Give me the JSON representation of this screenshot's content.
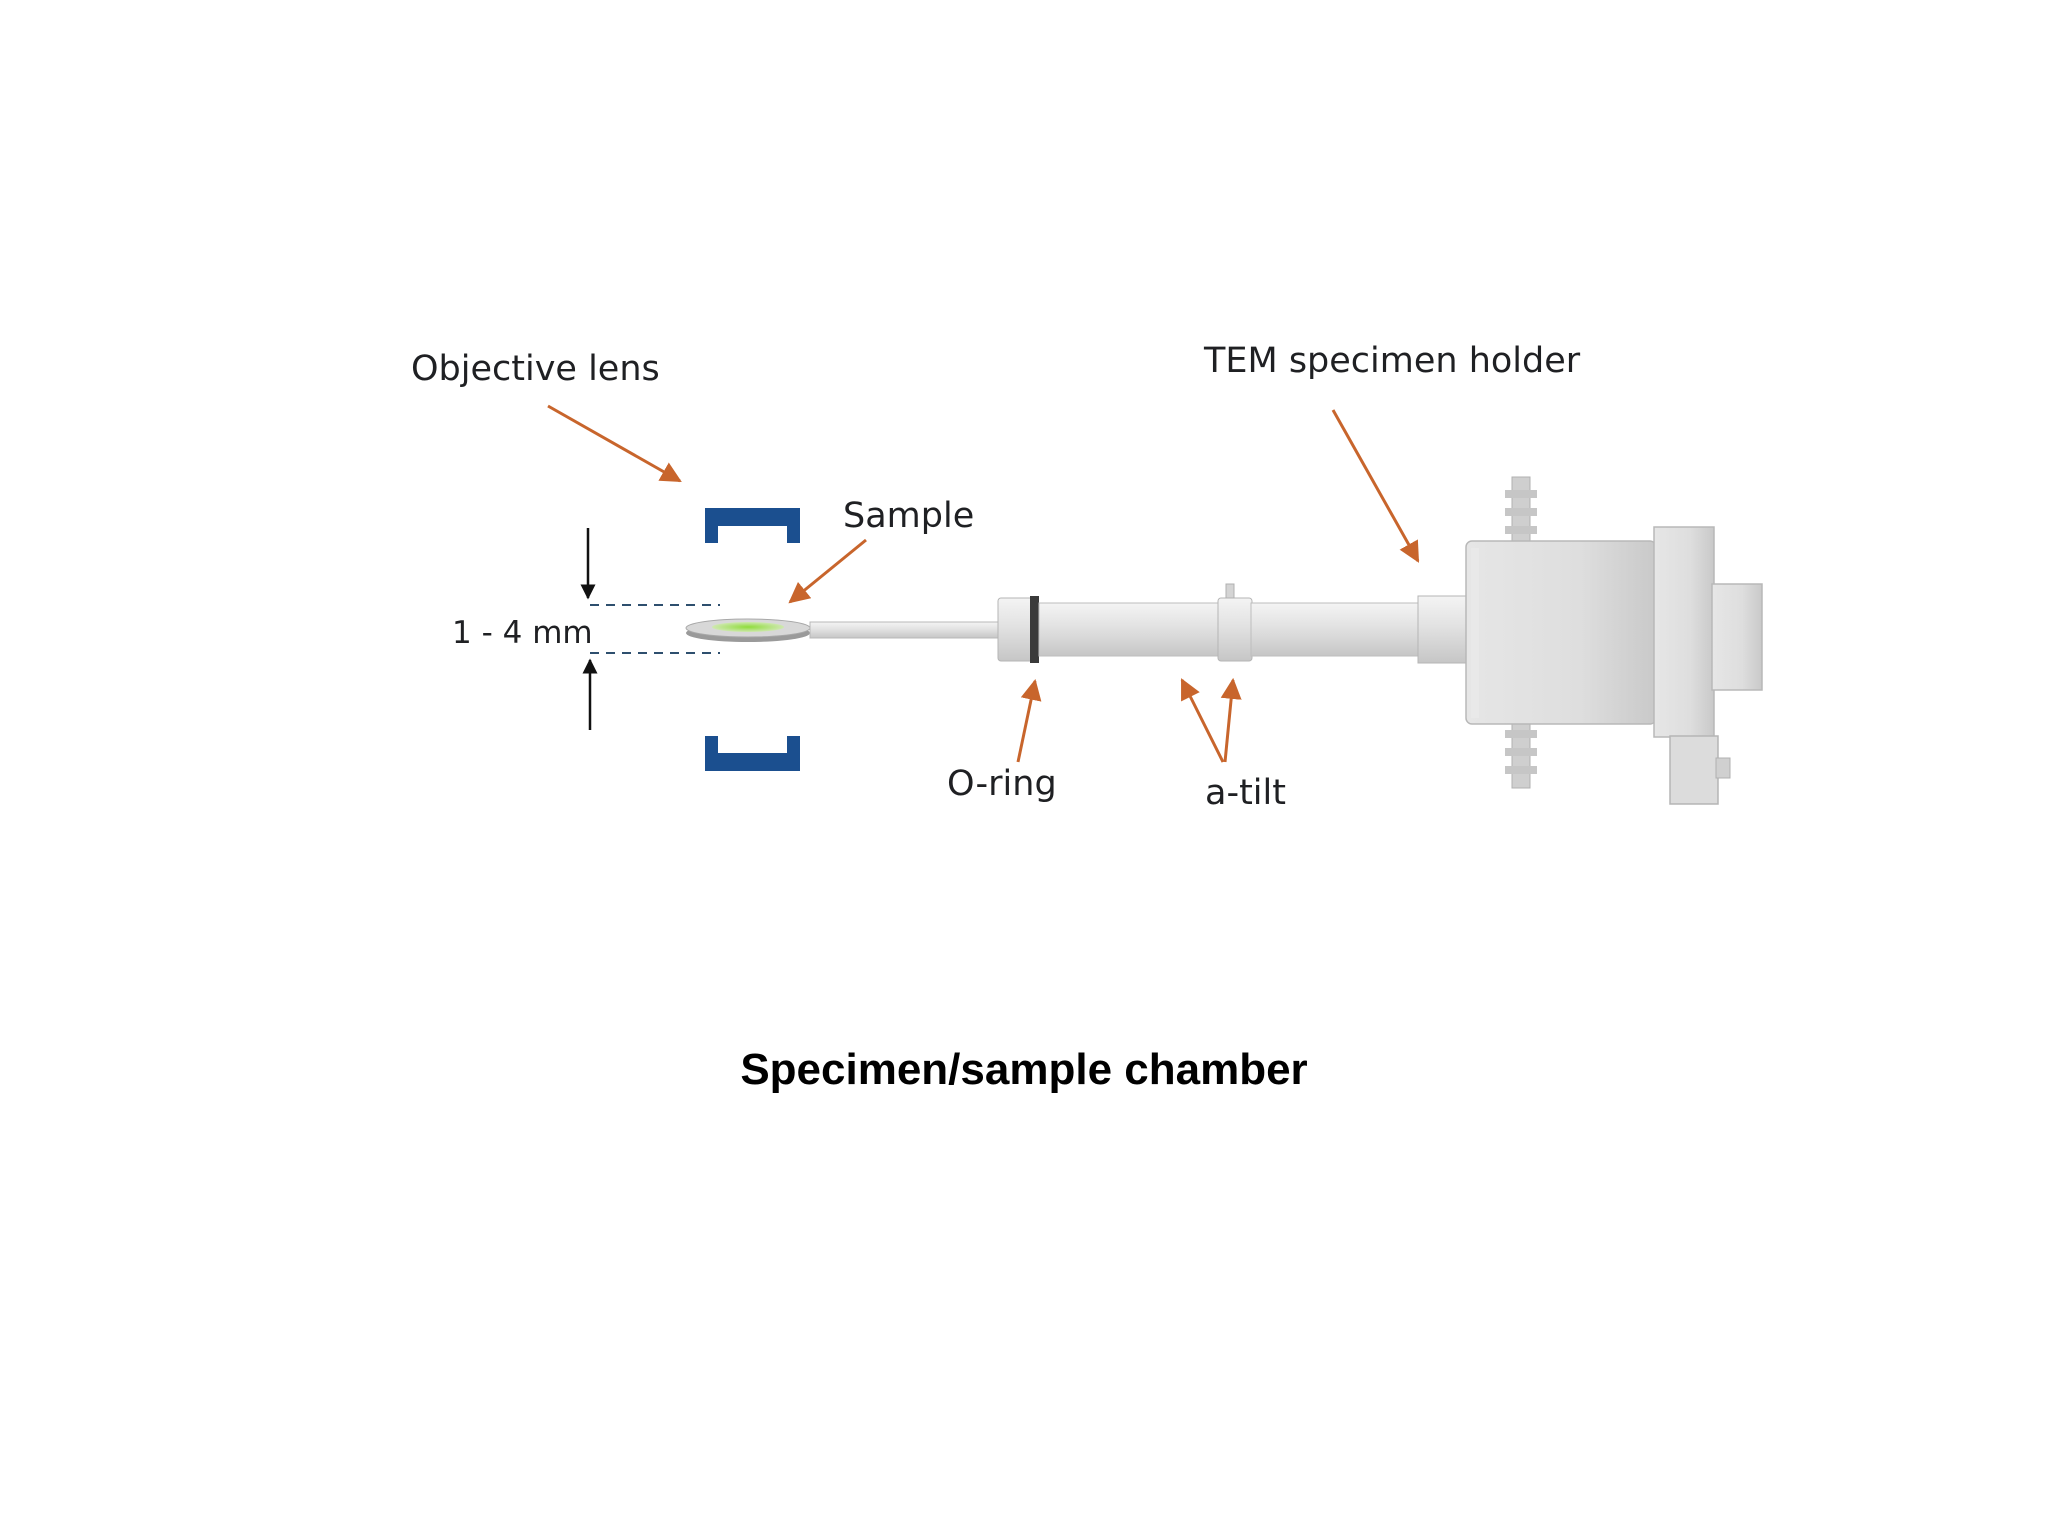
{
  "labels": {
    "objective_lens": "Objective lens",
    "sample": "Sample",
    "gap": "1 - 4 mm",
    "tem_holder": "TEM specimen holder",
    "o_ring": "O-ring",
    "a_tilt": "a-tilt"
  },
  "caption": "Specimen/sample chamber",
  "colors": {
    "lens": "#1b4f8f",
    "arrow": "#c8652c",
    "metal": "#dcdcdc",
    "sample_green": "#9bd84a"
  }
}
